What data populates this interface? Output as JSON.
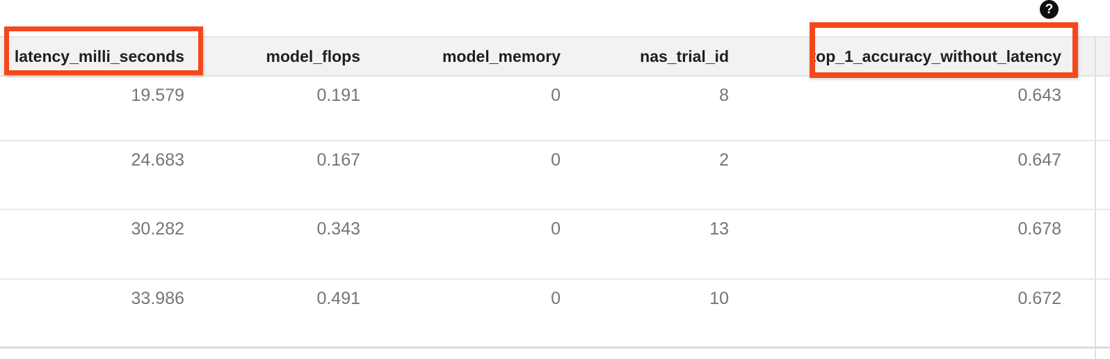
{
  "help": {
    "glyph": "?",
    "label": "help"
  },
  "table": {
    "columns": [
      "latency_milli_seconds",
      "model_flops",
      "model_memory",
      "nas_trial_id",
      "top_1_accuracy_without_latency"
    ],
    "rows": [
      [
        "19.579",
        "0.191",
        "0",
        "8",
        "0.643"
      ],
      [
        "24.683",
        "0.167",
        "0",
        "2",
        "0.647"
      ],
      [
        "30.282",
        "0.343",
        "0",
        "13",
        "0.678"
      ],
      [
        "33.986",
        "0.491",
        "0",
        "10",
        "0.672"
      ]
    ]
  },
  "annotations": {
    "highlight_color": "#f4481c",
    "highlighted_columns": [
      "latency_milli_seconds",
      "top_1_accuracy_without_latency"
    ]
  },
  "colors": {
    "header_bg": "#f2f2f2",
    "header_text": "#1f1f1f",
    "value_text": "#757575",
    "row_border": "#e8e8e8",
    "help_icon_bg": "#0e0e0e"
  }
}
